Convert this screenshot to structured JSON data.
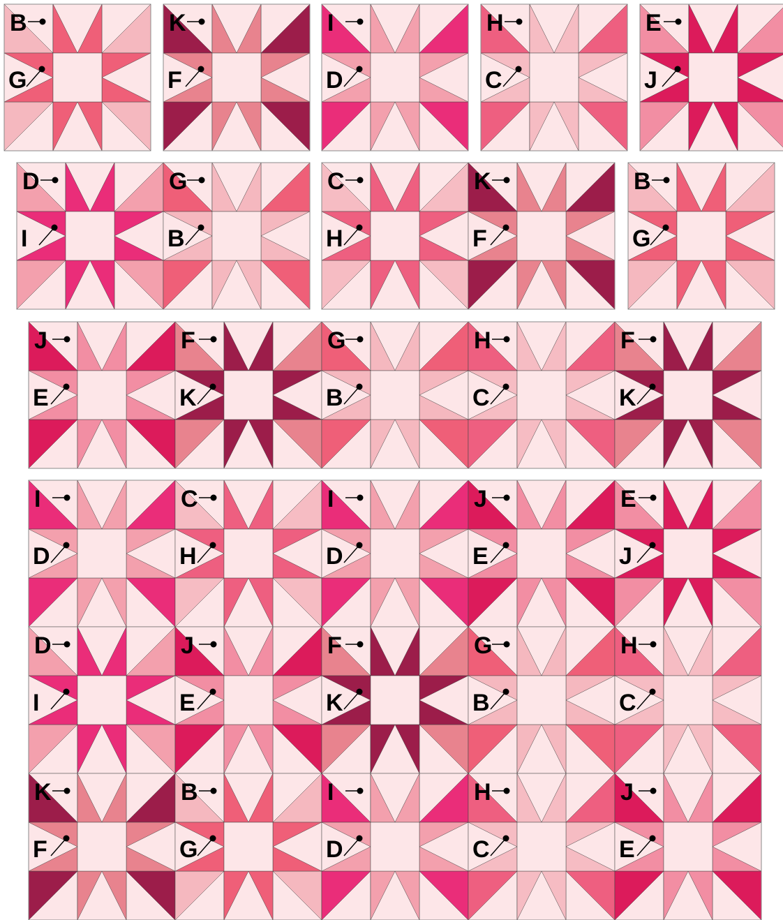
{
  "palette": {
    "background": "#fde6e8",
    "line": "#454545",
    "pin": "#000000",
    "fabrics": {
      "B": "#f5b8bf",
      "C": "#f6bcc3",
      "D": "#f3a0ad",
      "E": "#f28ea3",
      "F": "#e8838e",
      "G": "#ef5f78",
      "H": "#ee5f80",
      "I": "#ea2d79",
      "J": "#dc1b5b",
      "K": "#9c1d4a"
    }
  },
  "panels": [
    {
      "id": "row1-block1",
      "blocks": [
        [
          "B",
          "G"
        ]
      ]
    },
    {
      "id": "row1-block2",
      "blocks": [
        [
          "K",
          "F"
        ]
      ]
    },
    {
      "id": "row1-block3",
      "blocks": [
        [
          "I",
          "D"
        ]
      ]
    },
    {
      "id": "row1-block4",
      "blocks": [
        [
          "H",
          "C"
        ]
      ]
    },
    {
      "id": "row1-block5",
      "blocks": [
        [
          "E",
          "J"
        ]
      ]
    },
    {
      "id": "row2-pair1",
      "blocks": [
        [
          "D",
          "I"
        ],
        [
          "G",
          "B"
        ]
      ]
    },
    {
      "id": "row2-pair2",
      "blocks": [
        [
          "C",
          "H"
        ],
        [
          "K",
          "F"
        ]
      ]
    },
    {
      "id": "row2-single",
      "blocks": [
        [
          "B",
          "G"
        ]
      ]
    },
    {
      "id": "row3-strip",
      "blocks": [
        [
          "J",
          "E"
        ],
        [
          "F",
          "K"
        ],
        [
          "G",
          "B"
        ],
        [
          "H",
          "C"
        ],
        [
          "F",
          "K"
        ]
      ]
    },
    {
      "id": "quilt-grid",
      "blocks": [
        [
          "I",
          "D"
        ],
        [
          "C",
          "H"
        ],
        [
          "I",
          "D"
        ],
        [
          "J",
          "E"
        ],
        [
          "E",
          "J"
        ],
        [
          "D",
          "I"
        ],
        [
          "J",
          "E"
        ],
        [
          "F",
          "K"
        ],
        [
          "G",
          "B"
        ],
        [
          "H",
          "C"
        ],
        [
          "K",
          "F"
        ],
        [
          "B",
          "G"
        ],
        [
          "I",
          "D"
        ],
        [
          "H",
          "C"
        ],
        [
          "J",
          "E"
        ]
      ]
    }
  ]
}
